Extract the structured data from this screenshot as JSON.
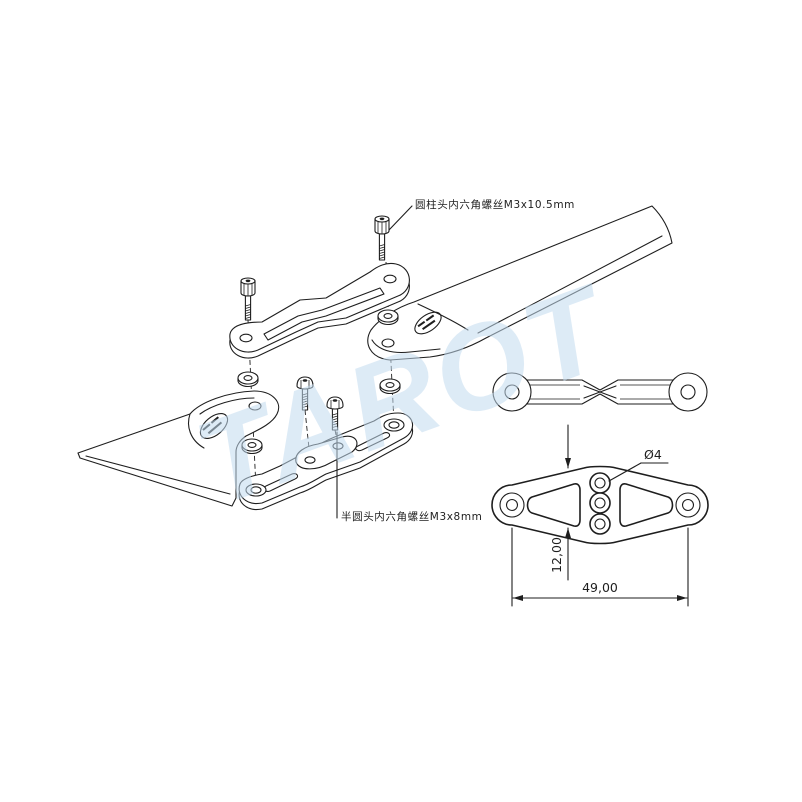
{
  "labels": {
    "top_screw_spec": "圆柱头内六角螺丝M3x10.5mm",
    "bottom_screw_spec": "半圆头内六角螺丝M3x8mm",
    "hole_diameter": "Ø4",
    "height_dimension": "12,00",
    "length_dimension": "49,00"
  },
  "watermark": "TAROT",
  "colors": {
    "line": "#1e1e1e",
    "watermark": "#c3dbef",
    "background": "#ffffff"
  }
}
